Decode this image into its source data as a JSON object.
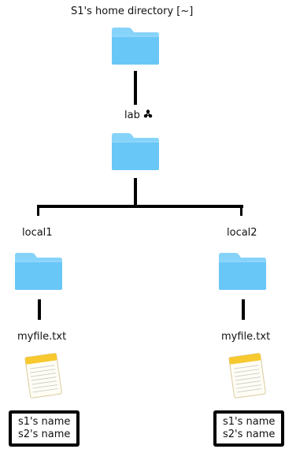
{
  "root": {
    "title": "S1's home directory [~]"
  },
  "lab": {
    "label": "lab"
  },
  "branches": [
    {
      "label": "local1",
      "file": {
        "name": "myfile.txt",
        "lines": [
          "s1's name",
          "s2's name"
        ]
      }
    },
    {
      "label": "local2",
      "file": {
        "name": "myfile.txt",
        "lines": [
          "s1's name",
          "s2's name"
        ]
      }
    }
  ],
  "colors": {
    "folder_body": "#69C7F7",
    "folder_tab": "#86D3FA",
    "note_top": "#F7C92E",
    "note_paper": "#FFFDF4",
    "line": "#000000"
  },
  "icons": {
    "folder": "folder-icon",
    "note": "text-file-icon",
    "lab_badge": "biohazard-icon"
  }
}
